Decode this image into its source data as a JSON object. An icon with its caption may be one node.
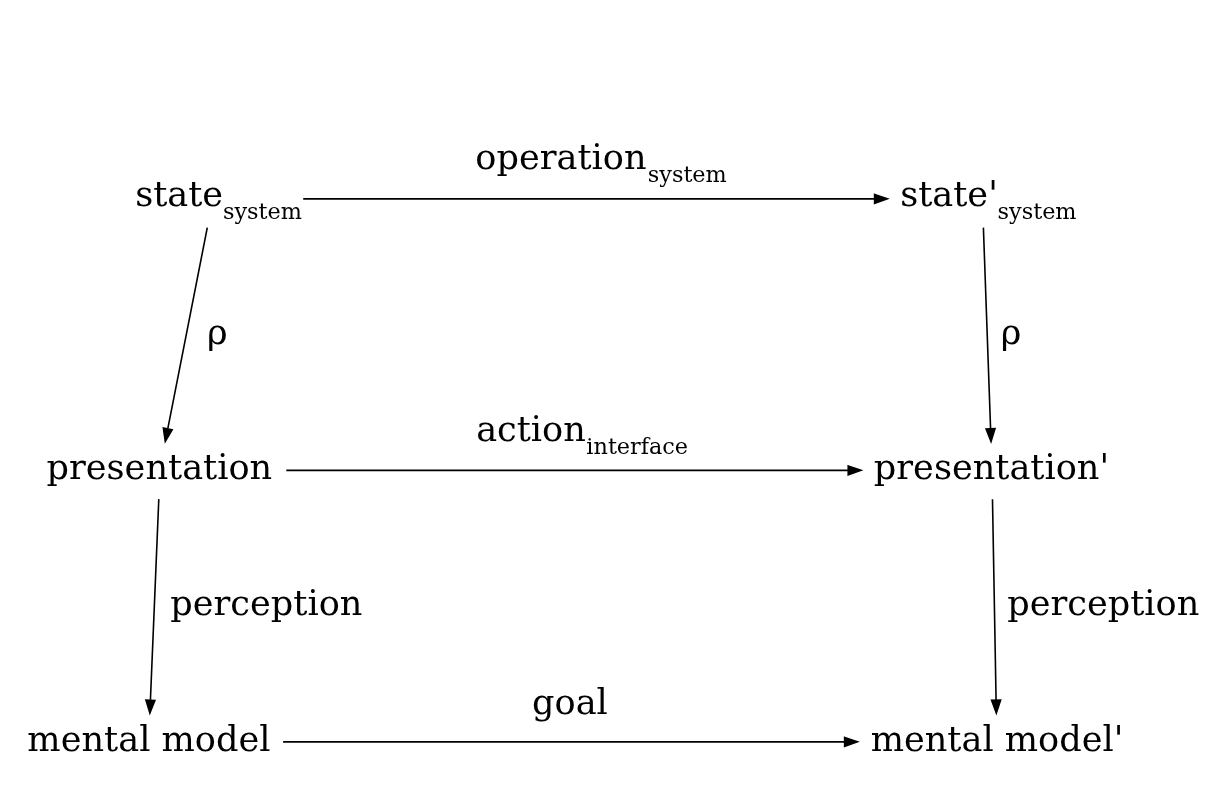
{
  "diagram": {
    "nodes": [
      {
        "text": [
          "state$_{system}$"
        ]
      },
      {
        "text": [
          "state'$_{system}$"
        ]
      },
      {
        "text": [
          "presentation"
        ]
      },
      {
        "text": [
          "presentation'"
        ]
      },
      {
        "text": [
          "mental model"
        ]
      },
      {
        "text": [
          "mental model'"
        ]
      }
    ],
    "edges": [
      {
        "from": 0,
        "to": 1,
        "arrow": "to",
        "label": "operation$_{system}$"
      },
      {
        "from": 0,
        "to": 2,
        "arrow": "to",
        "label": "ρ"
      },
      {
        "from": 1,
        "to": 3,
        "arrow": "to",
        "label": "ρ"
      },
      {
        "from": 2,
        "to": 3,
        "arrow": "to",
        "label": "action$_{interface}$"
      },
      {
        "from": 2,
        "to": 4,
        "arrow": "to",
        "label": "perception"
      },
      {
        "from": 3,
        "to": 5,
        "arrow": "to",
        "label": "perception"
      },
      {
        "from": 4,
        "to": 5,
        "arrow": "to",
        "label": "goal"
      }
    ]
  }
}
